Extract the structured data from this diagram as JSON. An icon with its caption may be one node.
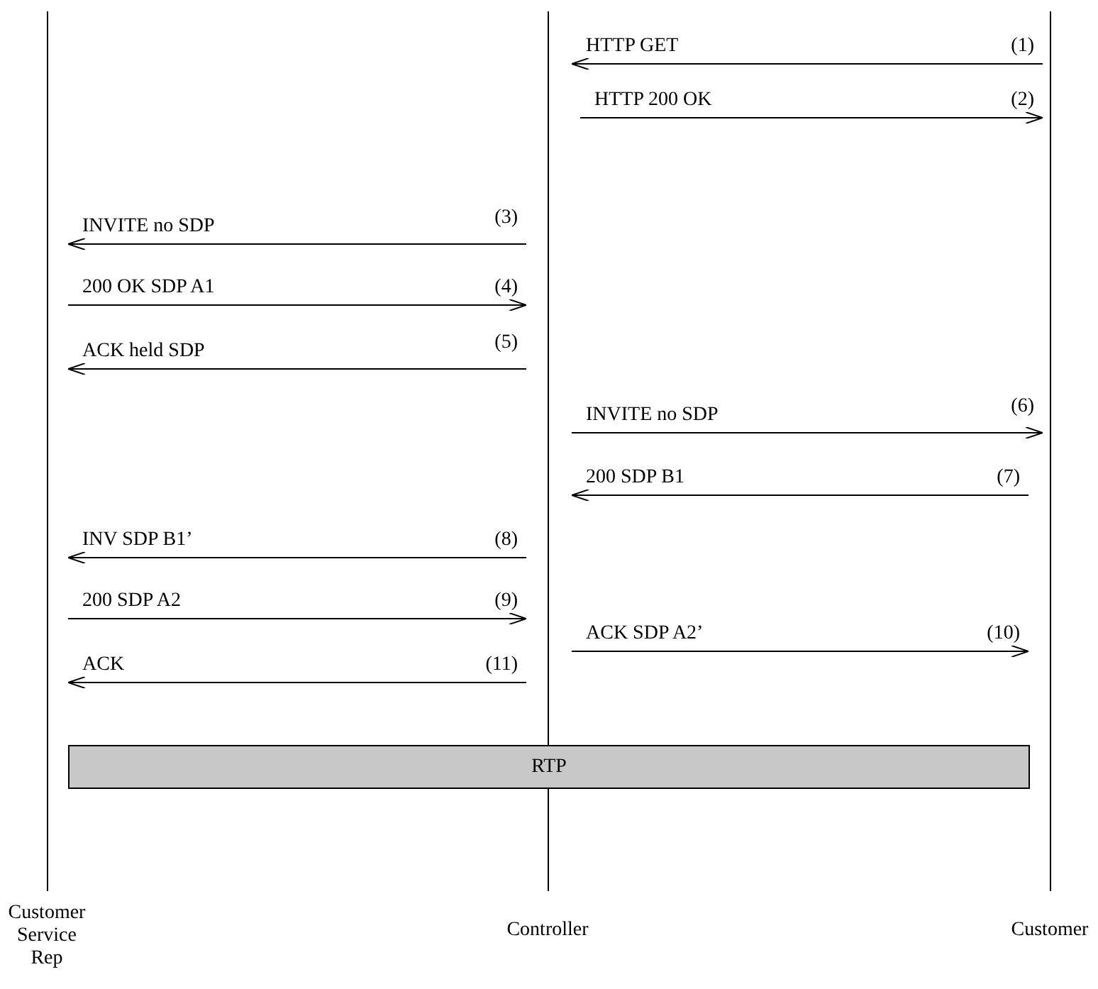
{
  "diagram": {
    "nodes": [
      {
        "text": [
          "Customer Service Rep"
        ]
      },
      {
        "text": [
          "Controller"
        ]
      },
      {
        "text": [
          "Customer"
        ]
      },
      {
        "text": [
          "RTP"
        ]
      }
    ],
    "edges": [
      {
        "from": 2,
        "to": 1,
        "arrow": "to",
        "label": "HTTP GET"
      },
      {
        "from": 1,
        "to": 2,
        "arrow": "to",
        "label": "HTTP 200 OK"
      },
      {
        "from": 1,
        "to": 0,
        "arrow": "to",
        "label": "INVITE no SDP"
      },
      {
        "from": 0,
        "to": 1,
        "arrow": "to",
        "label": "200 OK SDP A1"
      },
      {
        "from": 1,
        "to": 0,
        "arrow": "to",
        "label": "ACK held SDP"
      },
      {
        "from": 1,
        "to": 2,
        "arrow": "to",
        "label": "INVITE no SDP"
      },
      {
        "from": 2,
        "to": 1,
        "arrow": "to",
        "label": "200 SDP B1"
      },
      {
        "from": 1,
        "to": 0,
        "arrow": "to",
        "label": "INV SDP B1’"
      },
      {
        "from": 0,
        "to": 1,
        "arrow": "to",
        "label": "200 SDP A2"
      },
      {
        "from": 1,
        "to": 2,
        "arrow": "to",
        "label": "ACK SDP A2’"
      },
      {
        "from": 1,
        "to": 0,
        "arrow": "to",
        "label": "ACK"
      }
    ],
    "labels": [
      "(1)",
      "(2)",
      "(3)",
      "(4)",
      "(5)",
      "(6)",
      "(7)",
      "(8)",
      "(9)",
      "(10)",
      "(11)"
    ]
  }
}
